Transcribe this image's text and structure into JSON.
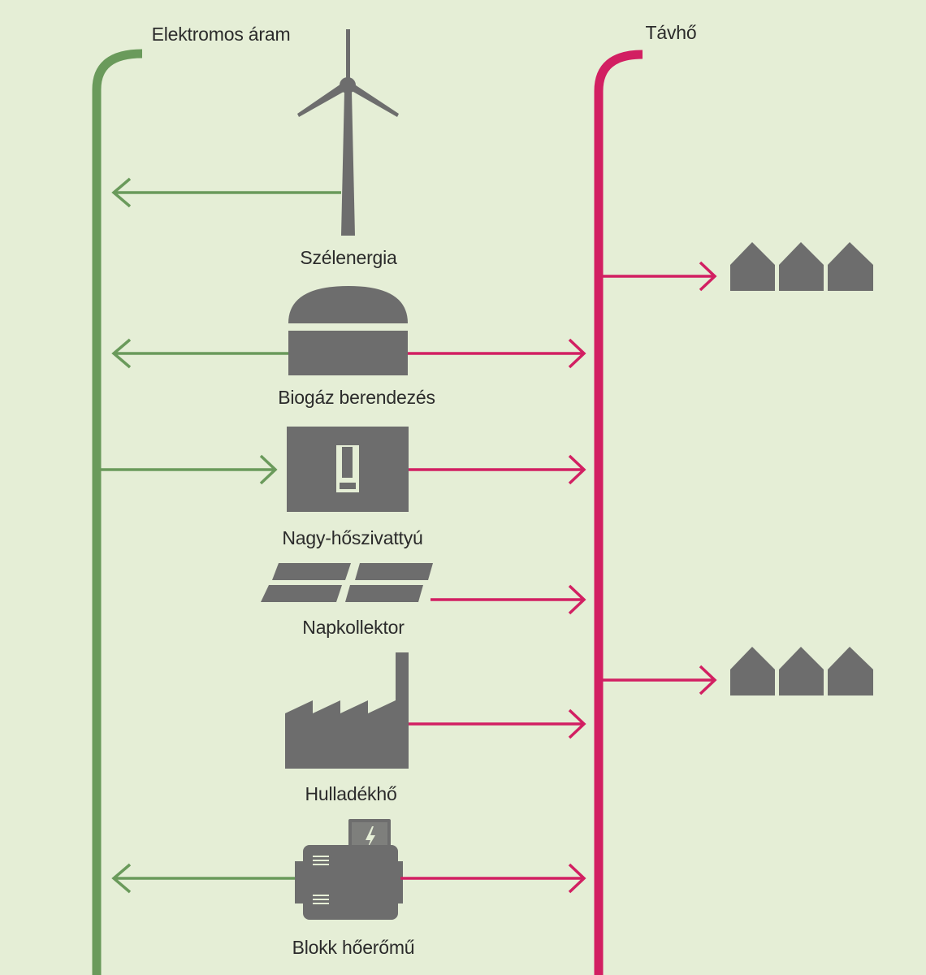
{
  "buses": {
    "electric": {
      "label": "Elektromos áram",
      "color": "#6a9a5b"
    },
    "heat": {
      "label": "Távhő",
      "color": "#d21f62"
    }
  },
  "icon_color": "#6d6d6d",
  "sources": [
    {
      "label": "Szélenergia",
      "icon": "wind-turbine-icon",
      "electric_flow": "out",
      "heat_flow": "none"
    },
    {
      "label": "Biogáz berendezés",
      "icon": "biogas-plant-icon",
      "electric_flow": "out",
      "heat_flow": "out"
    },
    {
      "label": "Nagy-hőszivattyú",
      "icon": "heat-pump-icon",
      "electric_flow": "in",
      "heat_flow": "out"
    },
    {
      "label": "Napkollektor",
      "icon": "solar-collector-icon",
      "electric_flow": "none",
      "heat_flow": "out"
    },
    {
      "label": "Hulladékhő",
      "icon": "factory-icon",
      "electric_flow": "none",
      "heat_flow": "out"
    },
    {
      "label": "Blokk hőerőmű",
      "icon": "chp-unit-icon",
      "electric_flow": "out",
      "heat_flow": "out"
    }
  ],
  "consumers": [
    {
      "icon": "houses-icon",
      "count": 3
    },
    {
      "icon": "houses-icon",
      "count": 3
    }
  ]
}
